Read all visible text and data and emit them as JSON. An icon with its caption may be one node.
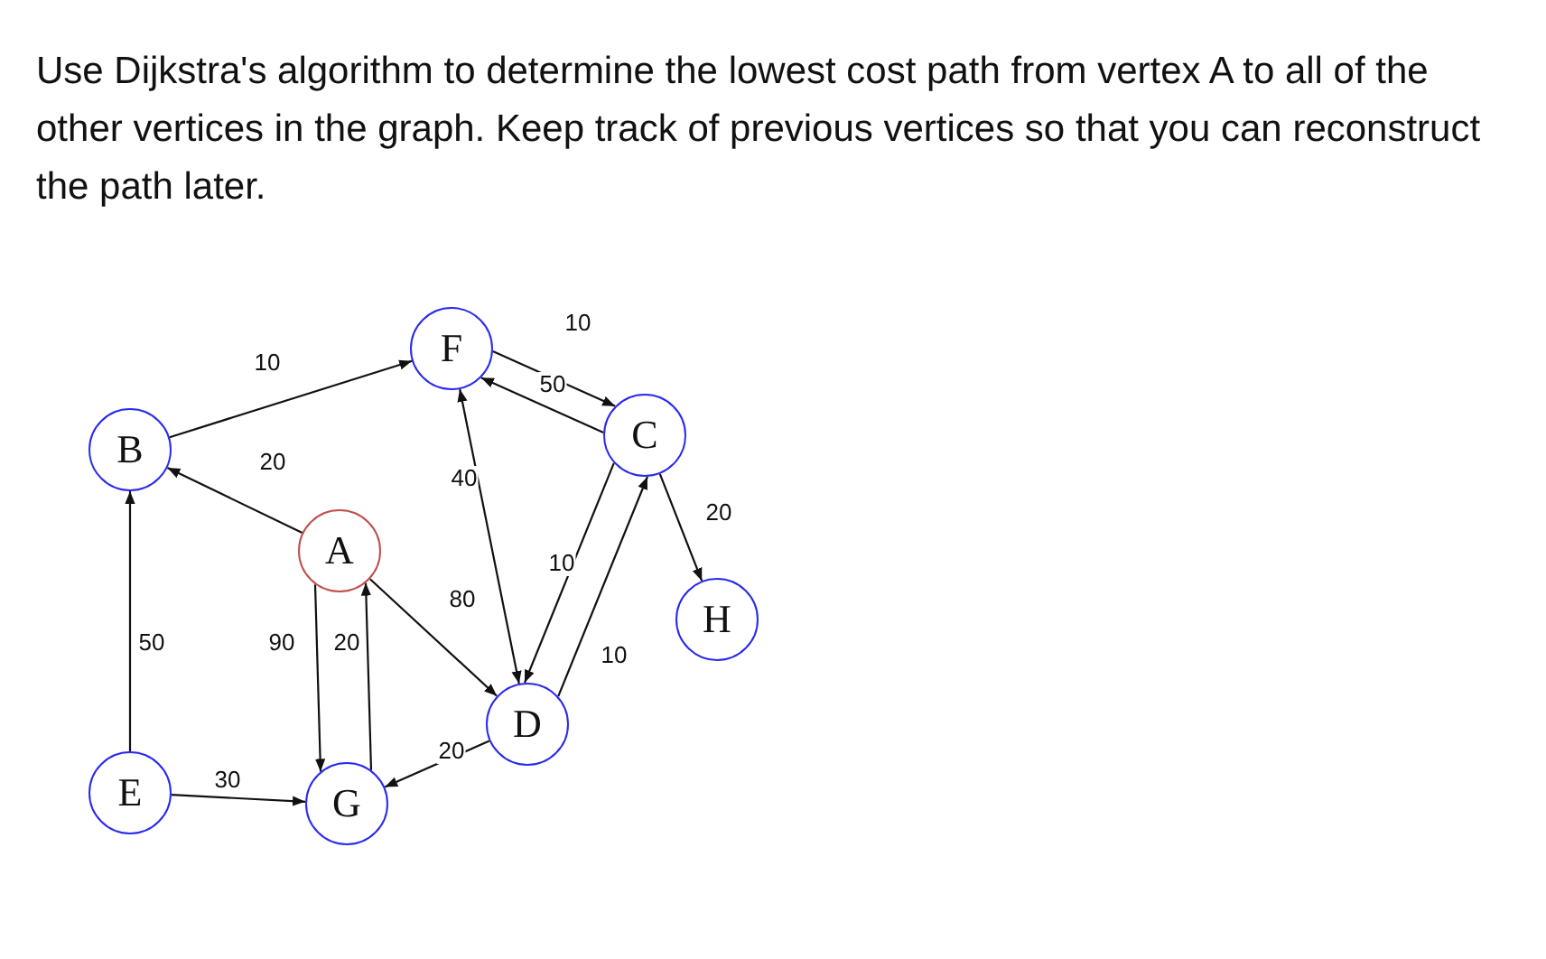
{
  "diagram": {
    "title": "Use Dijkstra's algorithm to determine the lowest cost path from vertex A to all of the other vertices in the graph.  Keep track of previous vertices so that you can reconstruct the path later.",
    "nodes": [
      {
        "text": [
          "F"
        ]
      },
      {
        "text": [
          "C"
        ]
      },
      {
        "text": [
          "B"
        ]
      },
      {
        "text": [
          "A"
        ]
      },
      {
        "text": [
          "H"
        ]
      },
      {
        "text": [
          "D"
        ]
      },
      {
        "text": [
          "E"
        ]
      },
      {
        "text": [
          "G"
        ]
      }
    ],
    "edges": [
      {
        "from": 2,
        "to": 0,
        "arrow": "to",
        "label": "10"
      },
      {
        "from": 0,
        "to": 1,
        "arrow": "to",
        "label": "10"
      },
      {
        "from": 1,
        "to": 0,
        "arrow": "to",
        "label": "50"
      },
      {
        "from": 3,
        "to": 2,
        "arrow": "to",
        "label": "20"
      },
      {
        "from": 0,
        "to": 5,
        "arrow": "both",
        "label": "40"
      },
      {
        "from": 1,
        "to": 5,
        "arrow": "to",
        "label": "10"
      },
      {
        "from": 5,
        "to": 1,
        "arrow": "to",
        "label": "10"
      },
      {
        "from": 1,
        "to": 4,
        "arrow": "to",
        "label": "20"
      },
      {
        "from": 3,
        "to": 5,
        "arrow": "to",
        "label": "80"
      },
      {
        "from": 3,
        "to": 7,
        "arrow": "to",
        "label": "90"
      },
      {
        "from": 7,
        "to": 3,
        "arrow": "to",
        "label": "20"
      },
      {
        "from": 5,
        "to": 7,
        "arrow": "to",
        "label": "20"
      },
      {
        "from": 6,
        "to": 2,
        "arrow": "to",
        "label": "50"
      },
      {
        "from": 6,
        "to": 7,
        "arrow": "to",
        "label": "30"
      }
    ]
  }
}
